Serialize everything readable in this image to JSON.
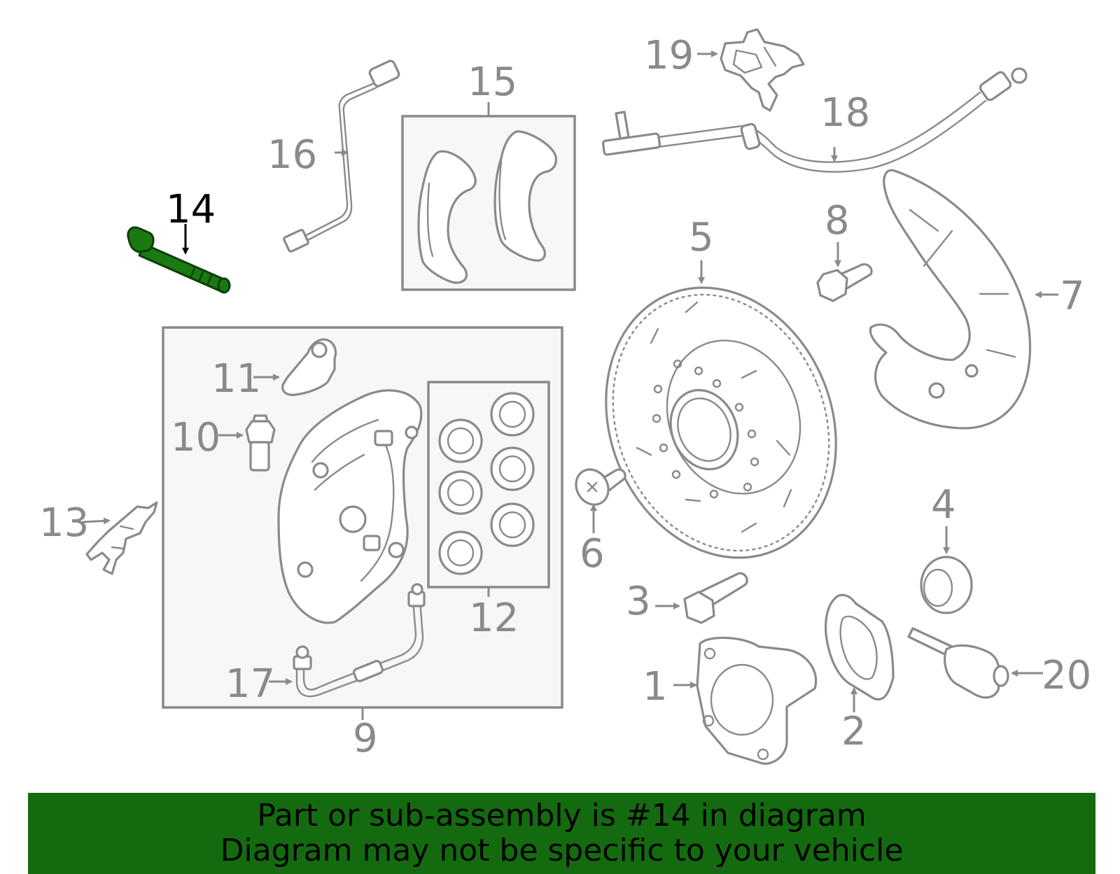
{
  "diagram": {
    "highlighted_part": "14",
    "highlight_color": "#1a7a12",
    "callouts": {
      "c1": "1",
      "c2": "2",
      "c3": "3",
      "c4": "4",
      "c5": "5",
      "c6": "6",
      "c7": "7",
      "c8": "8",
      "c9": "9",
      "c10": "10",
      "c11": "11",
      "c12": "12",
      "c13": "13",
      "c14": "14",
      "c15": "15",
      "c16": "16",
      "c17": "17",
      "c18": "18",
      "c19": "19",
      "c20": "20"
    }
  },
  "banner": {
    "line1": "Part or sub-assembly is #14 in diagram",
    "line2": "Diagram may not be specific to your vehicle",
    "background": "#146b0f"
  }
}
